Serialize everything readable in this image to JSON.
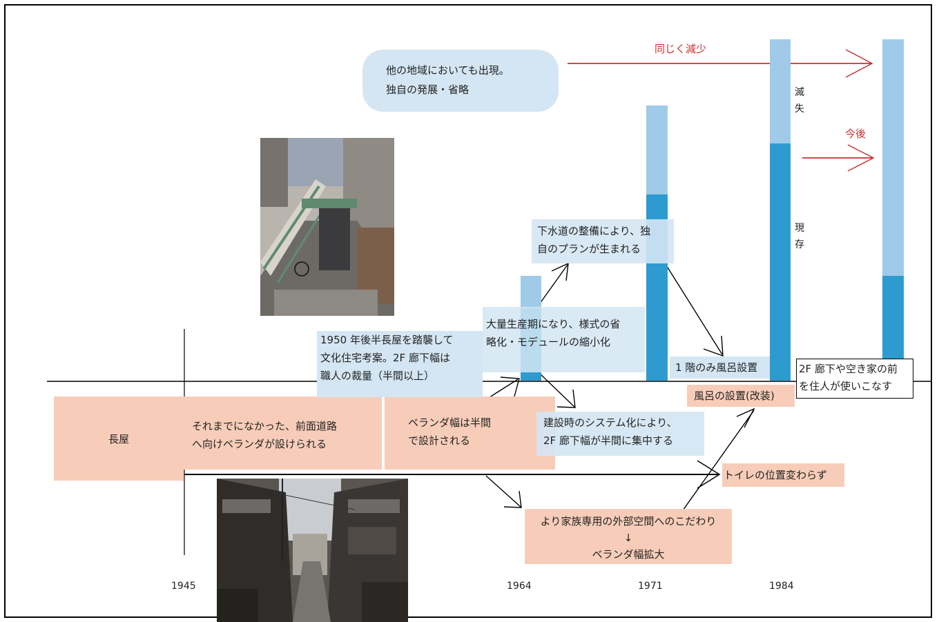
{
  "bubble": {
    "line1": "他の地域においても出現。",
    "line2": "独自の発展・省略"
  },
  "arrows": {
    "same_decrease": "同じく減少",
    "future": "今後"
  },
  "bar_labels": {
    "lost": "滅\n失",
    "existing": "現\n存"
  },
  "boxes": {
    "nagaya": "長屋",
    "veranda_first": [
      "それまでになかった、前面道路",
      "へ向けベランダが設けられる"
    ],
    "veranda_half": [
      "ベランダ幅は半間",
      "で設計される"
    ],
    "bunka": [
      "1950 年後半長屋を踏襲して",
      "文化住宅考案。2F 廊下幅は",
      "職人の裁量（半間以上）"
    ],
    "mass": [
      "大量生産期になり、様式の省",
      "略化・モデュールの縮小化"
    ],
    "sewer": [
      "下水道の整備により、独",
      "自のプランが生まれる"
    ],
    "system": [
      "建設時のシステム化により、",
      "2F  廊下幅が半間に集中する"
    ],
    "bath_1f": "1 階のみ風呂設置",
    "bath_reno": "風呂の設置(改装)",
    "corridor_use": [
      "2F 廊下や空き家の前",
      "を住人が使いこなす"
    ],
    "toilet": "トイレの位置変わらず",
    "family": [
      "より家族専用の外部空間へのこだわり",
      "↓",
      "ベランダ幅拡大"
    ]
  },
  "years": [
    "1945",
    "1964",
    "1971",
    "1984"
  ],
  "colors": {
    "bar_dark": "#2e9bd0",
    "bar_light": "#9fcbe8",
    "pink": "#f7cdb9",
    "blue_box": "#d4e6f3",
    "red_arrow": "#c8312f"
  },
  "icons": {
    "photo_stairs": "apartment-stairs-photo",
    "photo_alley": "alley-photo"
  }
}
